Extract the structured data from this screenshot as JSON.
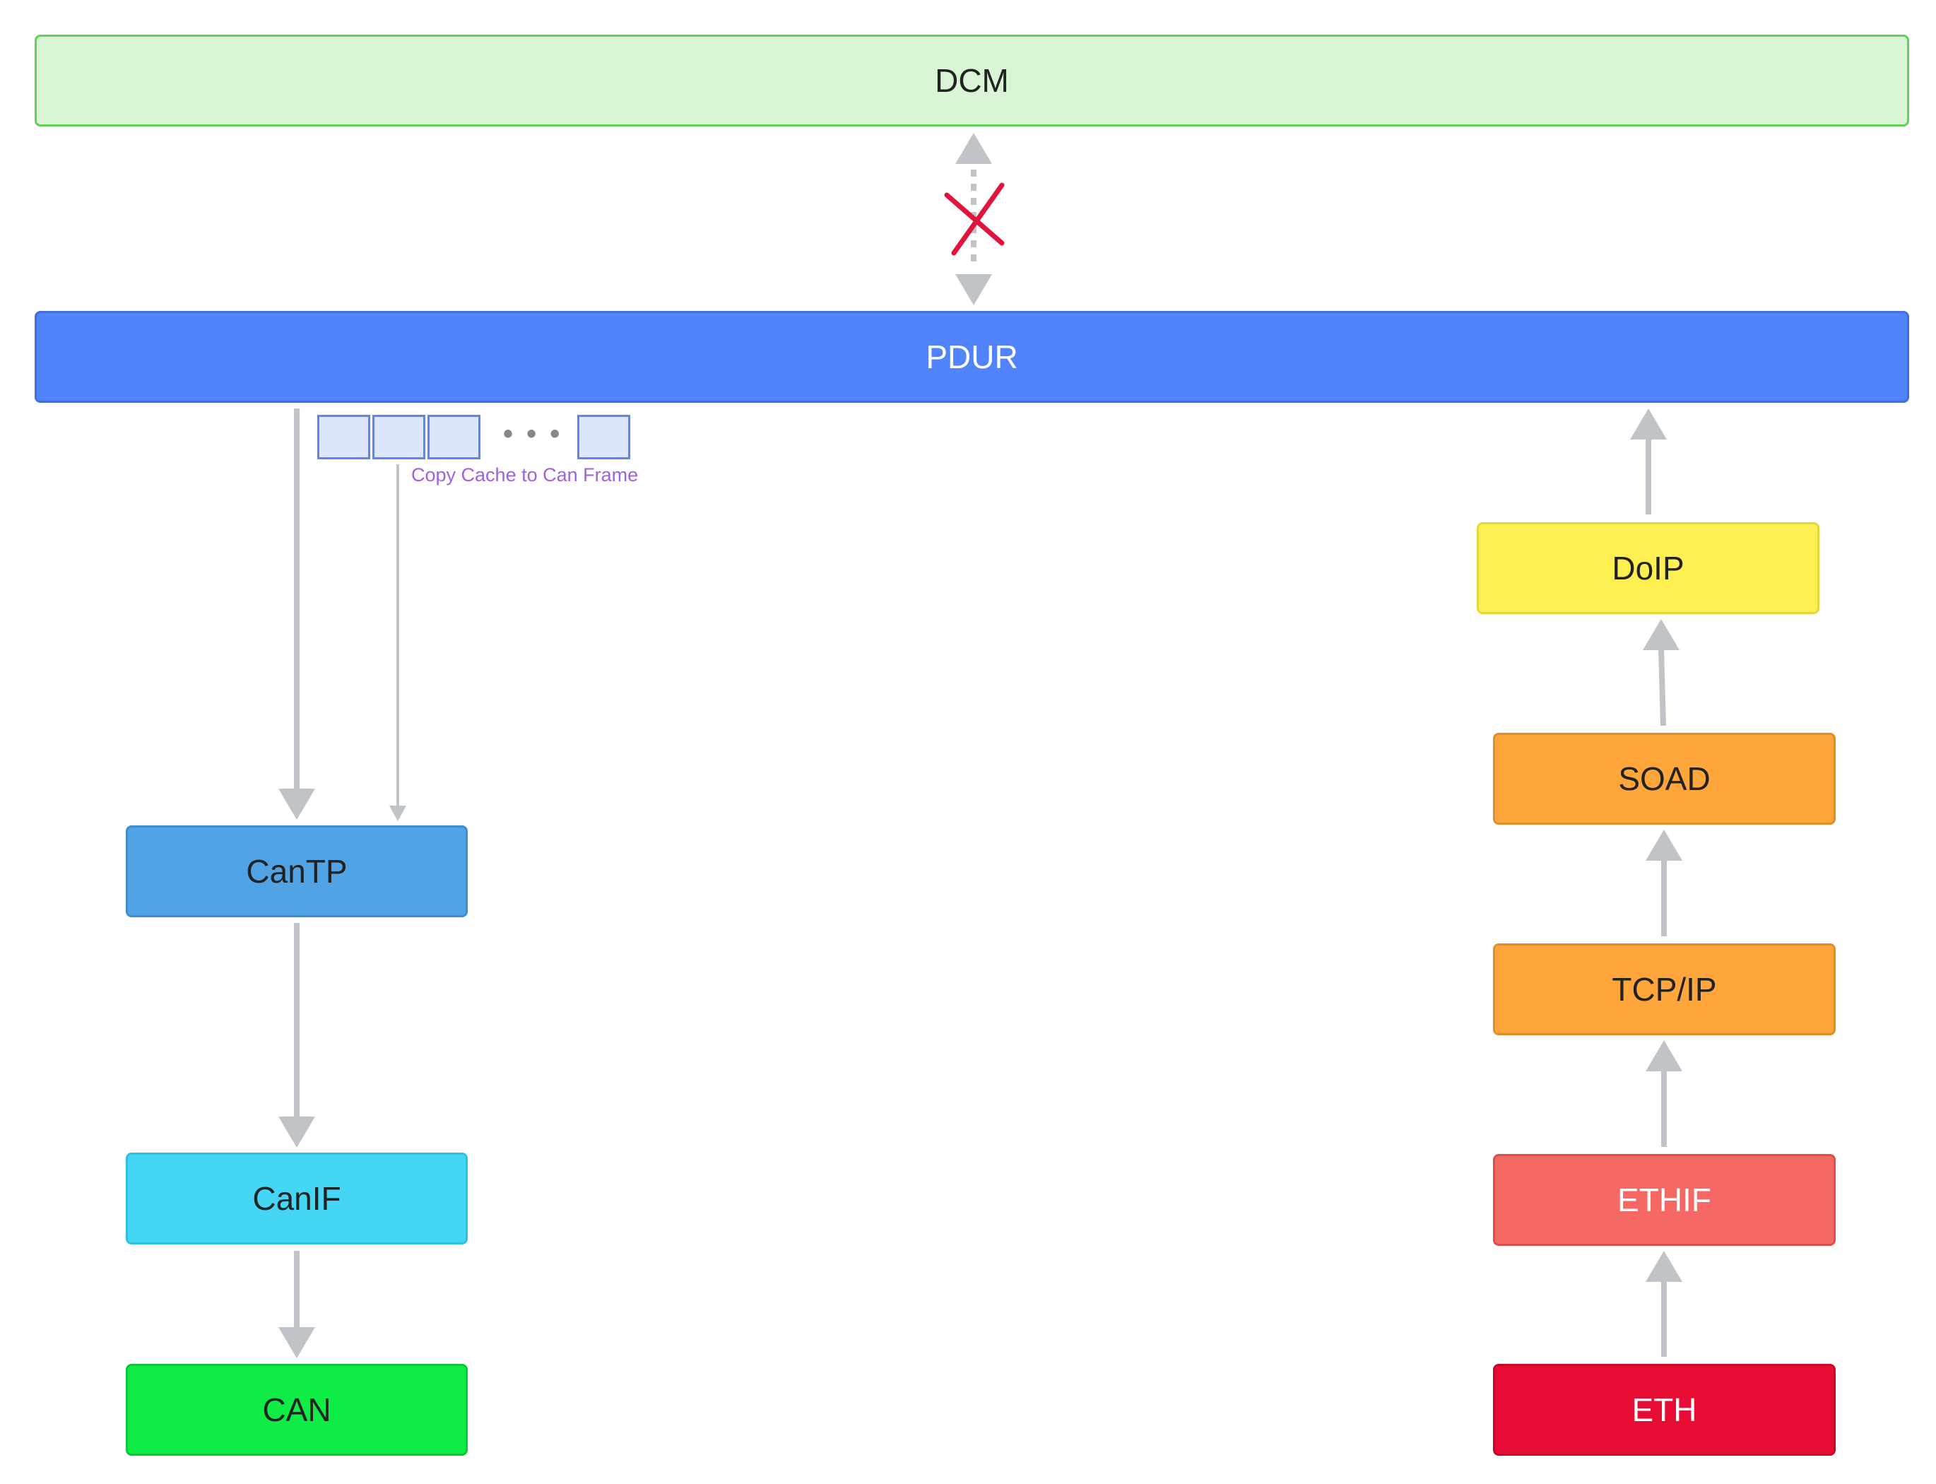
{
  "boxes": {
    "dcm": "DCM",
    "pdur": "PDUR",
    "cantp": "CanTP",
    "canif": "CanIF",
    "can": "CAN",
    "doip": "DoIP",
    "soad": "SOAD",
    "tcpip": "TCP/IP",
    "ethif": "ETHIF",
    "eth": "ETH"
  },
  "cache": {
    "ellipsis": "• • •",
    "label": "Copy Cache to Can Frame"
  },
  "colors": {
    "arrow": "#c0c3c8",
    "cross": "#e0143c",
    "label": "#a060e0"
  }
}
